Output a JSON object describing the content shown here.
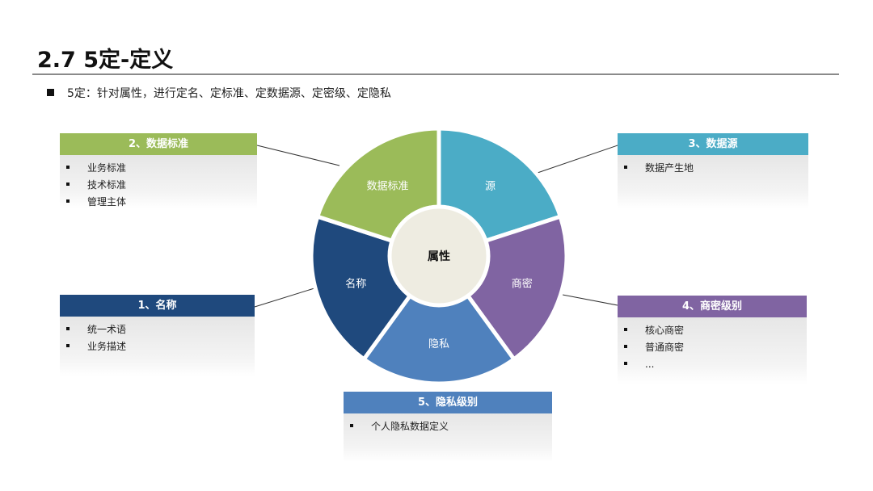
{
  "title": "2.7 5定-定义",
  "subtitle": "5定：针对属性，进行定名、定标准、定数据源、定密级、定隐私",
  "center_label": "属性",
  "segments": [
    {
      "label": "源",
      "color": "#4BACC6"
    },
    {
      "label": "商密",
      "color": "#8064A2"
    },
    {
      "label": "隐私",
      "color": "#4F81BD"
    },
    {
      "label": "名称",
      "color": "#1F497D"
    },
    {
      "label": "数据标准",
      "color": "#9BBB59"
    }
  ],
  "boxes": {
    "name": {
      "header": "1、名称",
      "color": "#1F497D",
      "items": [
        "统一术语",
        "业务描述"
      ]
    },
    "standard": {
      "header": "2、数据标准",
      "color": "#9BBB59",
      "items": [
        "业务标准",
        "技术标准",
        "管理主体"
      ]
    },
    "source": {
      "header": "3、数据源",
      "color": "#4BACC6",
      "items": [
        "数据产生地"
      ]
    },
    "secret": {
      "header": "4、商密级别",
      "color": "#8064A2",
      "items": [
        "核心商密",
        "普通商密",
        "..."
      ]
    },
    "privacy": {
      "header": "5、隐私级别",
      "color": "#4F81BD",
      "items": [
        "个人隐私数据定义"
      ]
    }
  }
}
